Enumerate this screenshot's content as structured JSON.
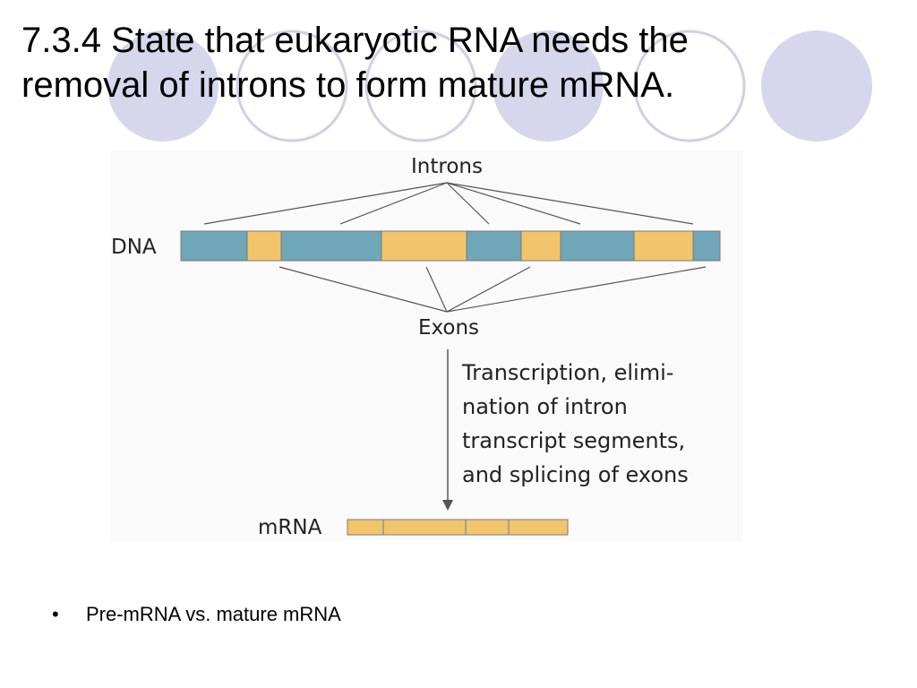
{
  "slide": {
    "title_lines": [
      "7.3.4 State that eukaryotic RNA needs the",
      "removal of introns to form mature mRNA."
    ],
    "bullets": [
      "Pre-mRNA vs. mature mRNA"
    ],
    "bullet_symbol": "•"
  },
  "figure": {
    "introns_label": "Introns",
    "exons_label": "Exons",
    "dna_label": "DNA",
    "mrna_label": "mRNA",
    "caption_lines": [
      "Transcription, elimi-",
      "nation of intron",
      "transcript segments,",
      "and splicing of exons"
    ]
  },
  "colors": {
    "exon": "#6fa6b8",
    "intron": "#f2c46c",
    "circle_fill": "#d6d6ec",
    "circle_stroke": "#c9c9e4"
  }
}
